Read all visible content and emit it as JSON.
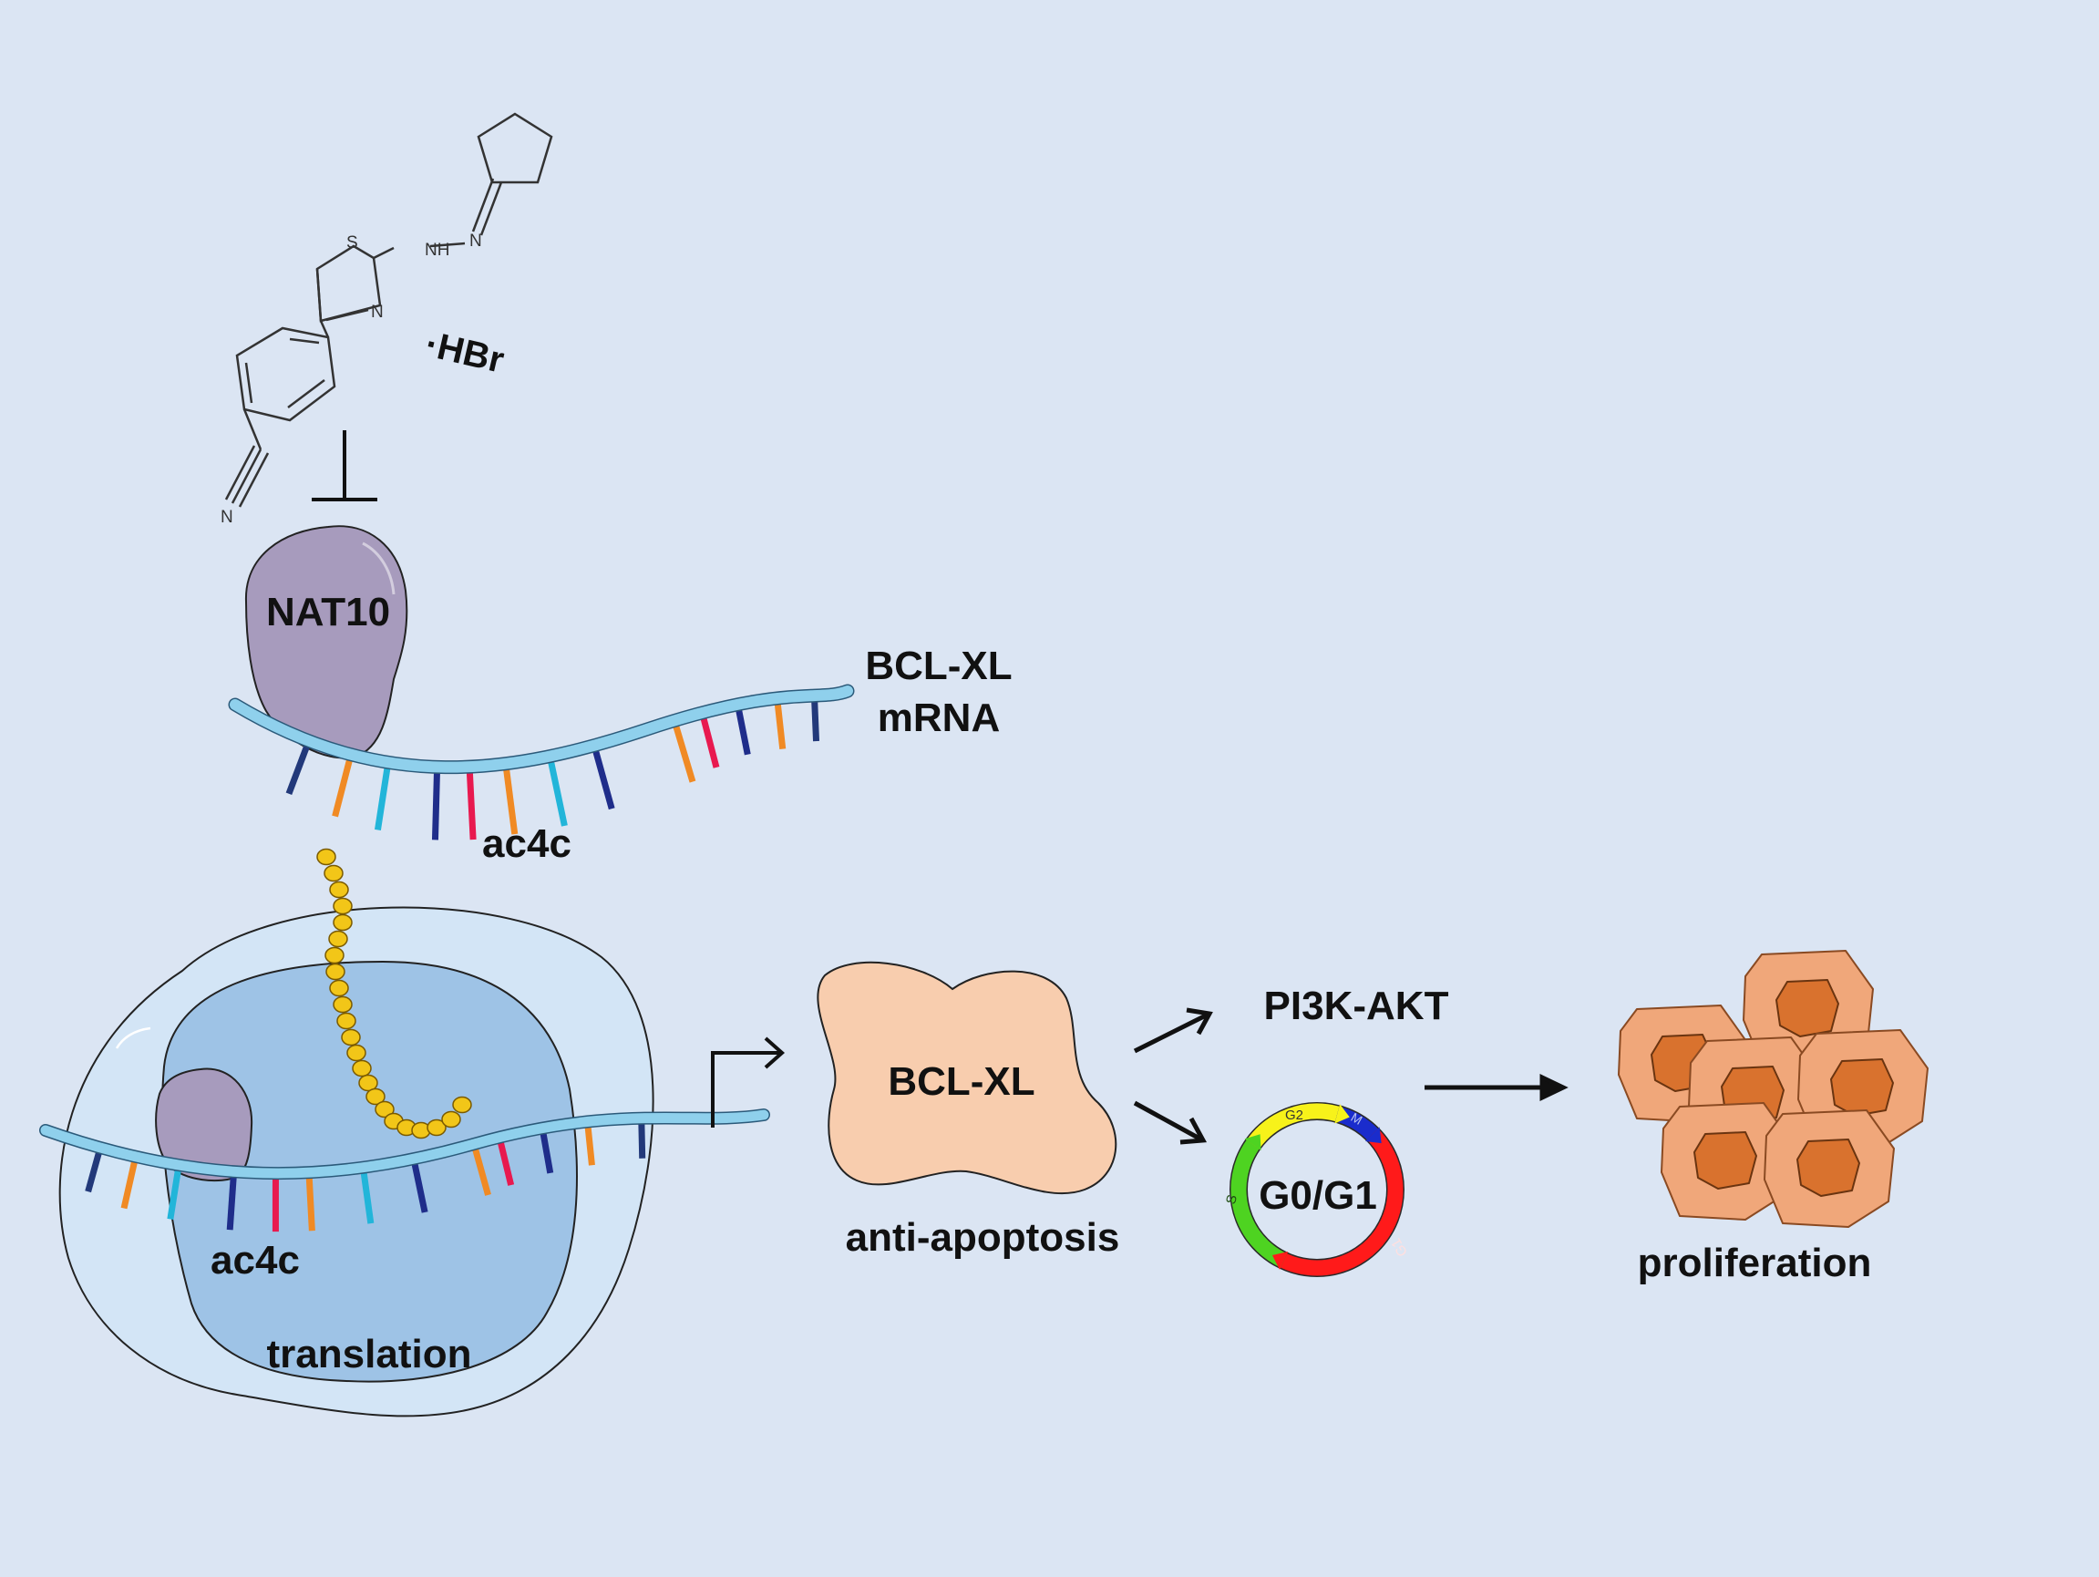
{
  "drug": {
    "salt_label": "·HBr",
    "atoms": {
      "sulfur": "S",
      "nh": "NH",
      "n_hydrazone": "N",
      "n_ring": "N",
      "n_nitrile": "N"
    }
  },
  "labels": {
    "nat10": "NAT10",
    "mrna_line1": "BCL-XL",
    "mrna_line2": "mRNA",
    "ac4c_top": "ac4c",
    "ac4c_bottom": "ac4c",
    "translation": "translation",
    "bclxl_protein": "BCL-XL",
    "anti_apoptosis": "anti-apoptosis",
    "pi3k_akt": "PI3K-AKT",
    "cell_cycle": "G0/G1",
    "proliferation": "proliferation"
  },
  "cell_cycle_phases": {
    "g2": "G2",
    "m": "M",
    "g1": "G1",
    "s": "S"
  },
  "colors": {
    "background": "#dbe5f3",
    "nat10": "#a79bbd",
    "mrna": "#8fd0ec",
    "cell_outer": "#d3e5f6",
    "nucleus": "#9ec3e6",
    "peptide": "#f2c618",
    "bclxl": "#f8cdae",
    "cell_body": "#f0a77a",
    "cell_nucleus": "#d9722e",
    "phase_g1": "#ff1a1a",
    "phase_s": "#4ed321",
    "phase_g2": "#f7f21a",
    "phase_m": "#1a2ccc",
    "tick_colors": [
      "#22397a",
      "#f08a24",
      "#22b5d9",
      "#1f2d8a",
      "#e8194f"
    ]
  }
}
